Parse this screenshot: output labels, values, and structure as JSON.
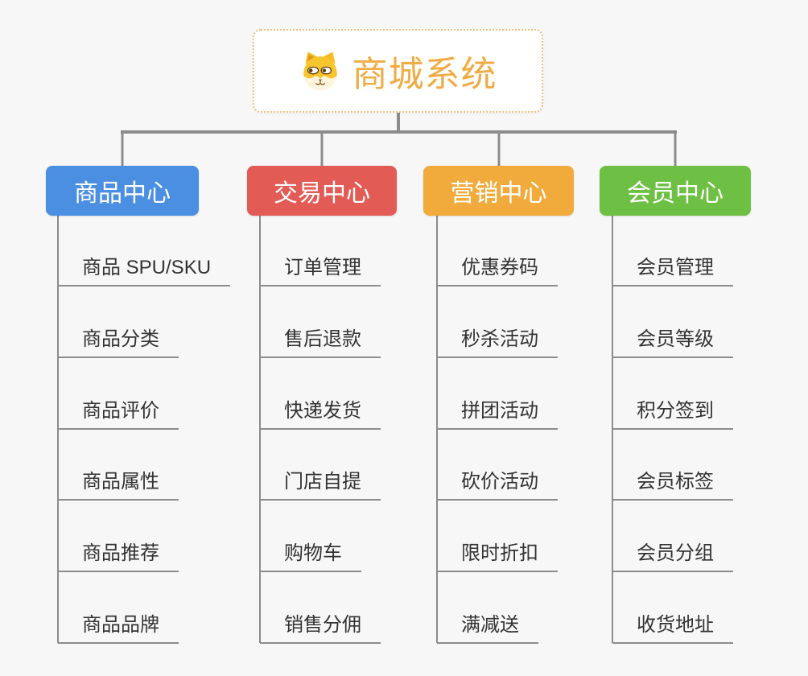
{
  "root": {
    "title": "商城系统",
    "title_color": "#f0ac44",
    "border_color": "#eec07c",
    "icon": "doge-icon"
  },
  "colors": {
    "background": "#f7f7f7",
    "connector": "#8c8c8c",
    "leaf_text": "#333333"
  },
  "branches": [
    {
      "label": "商品中心",
      "color": "#4b8fe2",
      "children": [
        "商品 SPU/SKU",
        "商品分类",
        "商品评价",
        "商品属性",
        "商品推荐",
        "商品品牌"
      ]
    },
    {
      "label": "交易中心",
      "color": "#e25b55",
      "children": [
        "订单管理",
        "售后退款",
        "快递发货",
        "门店自提",
        "购物车",
        "销售分佣"
      ]
    },
    {
      "label": "营销中心",
      "color": "#f0ab3c",
      "children": [
        "优惠券码",
        "秒杀活动",
        "拼团活动",
        "砍价活动",
        "限时折扣",
        "满减送"
      ]
    },
    {
      "label": "会员中心",
      "color": "#6ec044",
      "children": [
        "会员管理",
        "会员等级",
        "积分签到",
        "会员标签",
        "会员分组",
        "收货地址"
      ]
    }
  ]
}
